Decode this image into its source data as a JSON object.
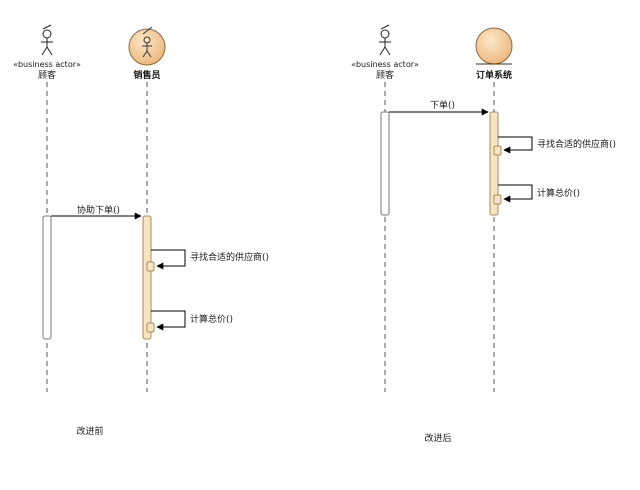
{
  "diagram_left": {
    "caption": "改进前",
    "actor": {
      "stereotype": "«business actor»",
      "name": "顾客"
    },
    "worker": {
      "name": "销售员"
    },
    "messages": {
      "main": "协助下单()",
      "self1": "寻找合适的供应商()",
      "self2": "计算总价()"
    }
  },
  "diagram_right": {
    "caption": "改进后",
    "actor": {
      "stereotype": "«business actor»",
      "name": "顾客"
    },
    "entity": {
      "name": "订单系统"
    },
    "messages": {
      "main": "下单()",
      "self1": "寻找合适的供应商()",
      "self2": "计算总价()"
    }
  },
  "colors": {
    "activation_fill": "#f8e4c3",
    "activation_stroke": "#a98b5a",
    "lifeline": "#555555",
    "actor_circle_fill": "#f1c78f"
  }
}
